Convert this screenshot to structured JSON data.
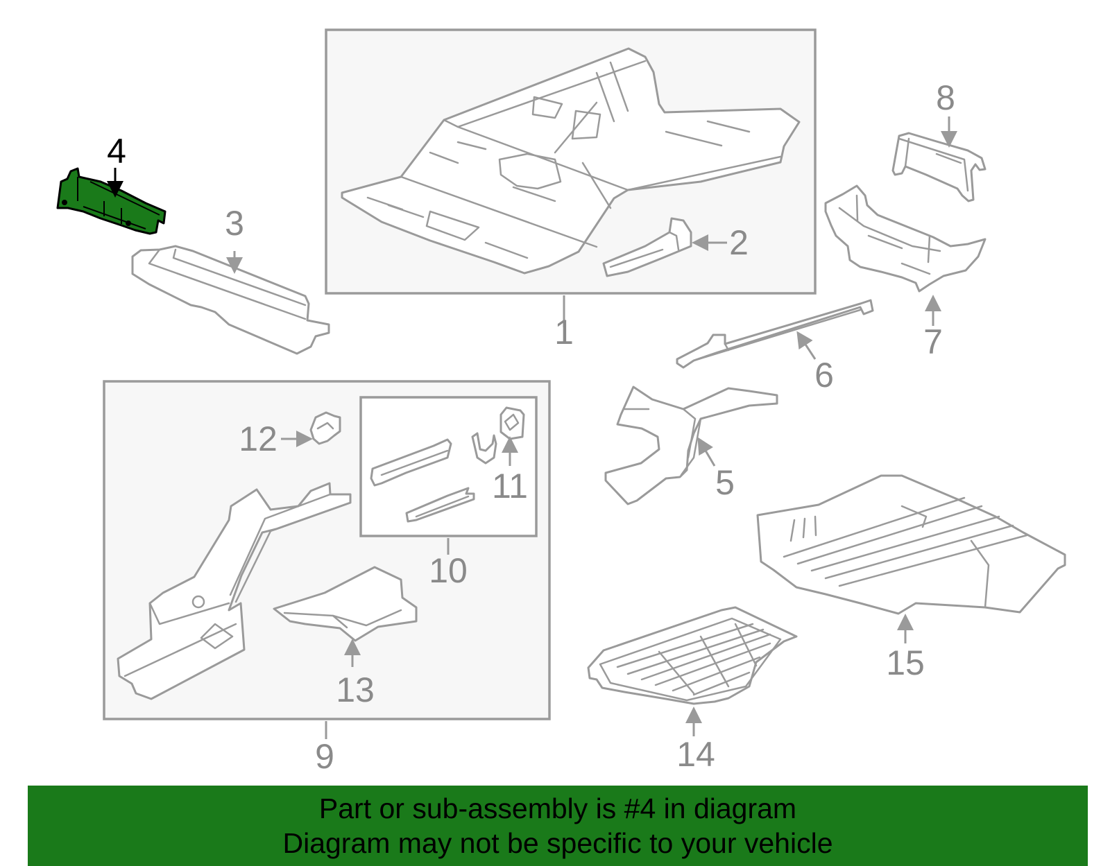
{
  "callouts": [
    "1",
    "2",
    "3",
    "4",
    "5",
    "6",
    "7",
    "8",
    "9",
    "10",
    "11",
    "12",
    "13",
    "14",
    "15"
  ],
  "highlighted_part": "4",
  "colors": {
    "highlight_fill": "#1a7a1a",
    "banner_background": "#1a7a1a",
    "line_color": "#9a9a9a"
  },
  "banner": {
    "line1": "Part or sub-assembly is #4 in diagram",
    "line2": "Diagram may not be specific to your vehicle"
  }
}
